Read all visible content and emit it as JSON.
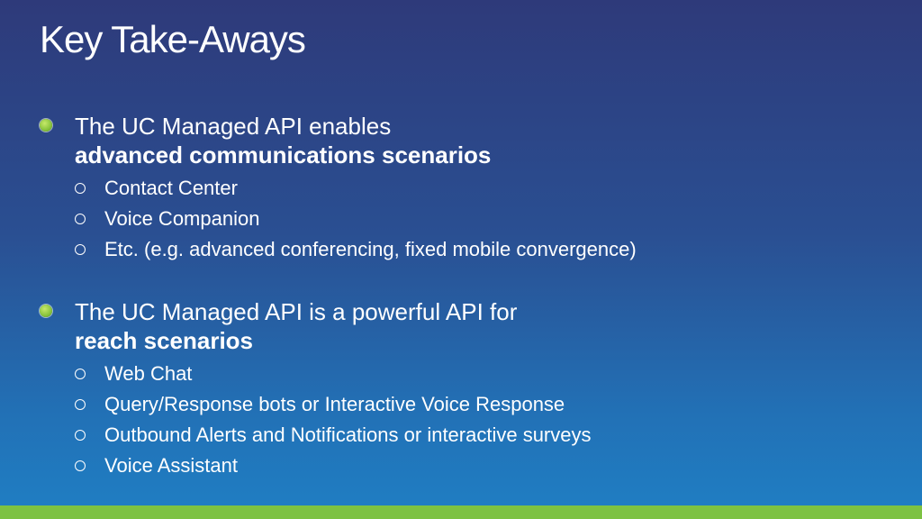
{
  "slide": {
    "title": "Key Take-Aways",
    "groups": [
      {
        "line1": "The UC Managed API enables",
        "line2": "advanced communications scenarios",
        "items": [
          "Contact Center",
          "Voice Companion",
          "Etc. (e.g. advanced conferencing, fixed mobile convergence)"
        ]
      },
      {
        "line1": "The UC Managed API is a powerful API for",
        "line2": "reach scenarios",
        "items": [
          "Web Chat",
          "Query/Response bots or Interactive Voice Response",
          "Outbound Alerts and Notifications or interactive surveys",
          "Voice Assistant"
        ]
      }
    ]
  },
  "colors": {
    "background_top": "#2e3a7a",
    "background_bottom": "#1f7fc4",
    "accent_green": "#7dc242",
    "text": "#ffffff"
  }
}
